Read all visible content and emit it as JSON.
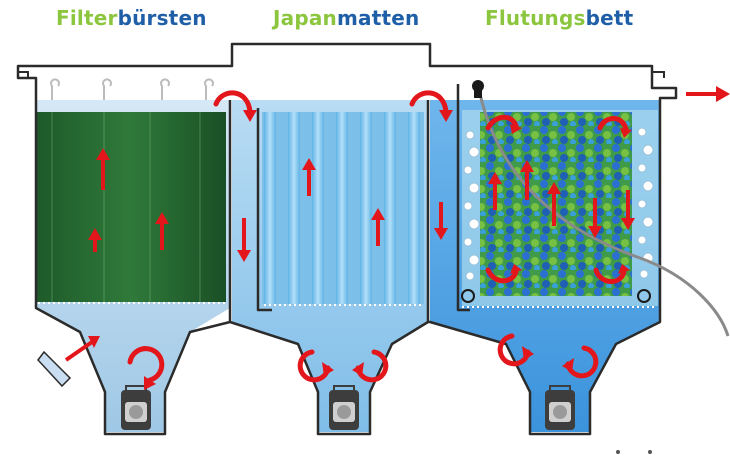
{
  "titles": [
    {
      "part1": "Filter",
      "part2": "bürsten"
    },
    {
      "part1": "Japan",
      "part2": "matten"
    },
    {
      "part1": "Flutungs",
      "part2": "bett"
    }
  ],
  "colors": {
    "title_green": "#8cc63f",
    "title_blue": "#1f5fa8",
    "arrow_red": "#e3161b",
    "chamber1_water": "#a9cde8",
    "chamber2_water": "#8fc4e8",
    "chamber3_water": "#4a9fe0",
    "outline": "#2b2b2b"
  },
  "chambers": [
    {
      "media": "filter-brushes",
      "flow": "up"
    },
    {
      "media": "japanese-mats",
      "flow": "up"
    },
    {
      "media": "moving-bed",
      "flow": "circulating"
    }
  ]
}
